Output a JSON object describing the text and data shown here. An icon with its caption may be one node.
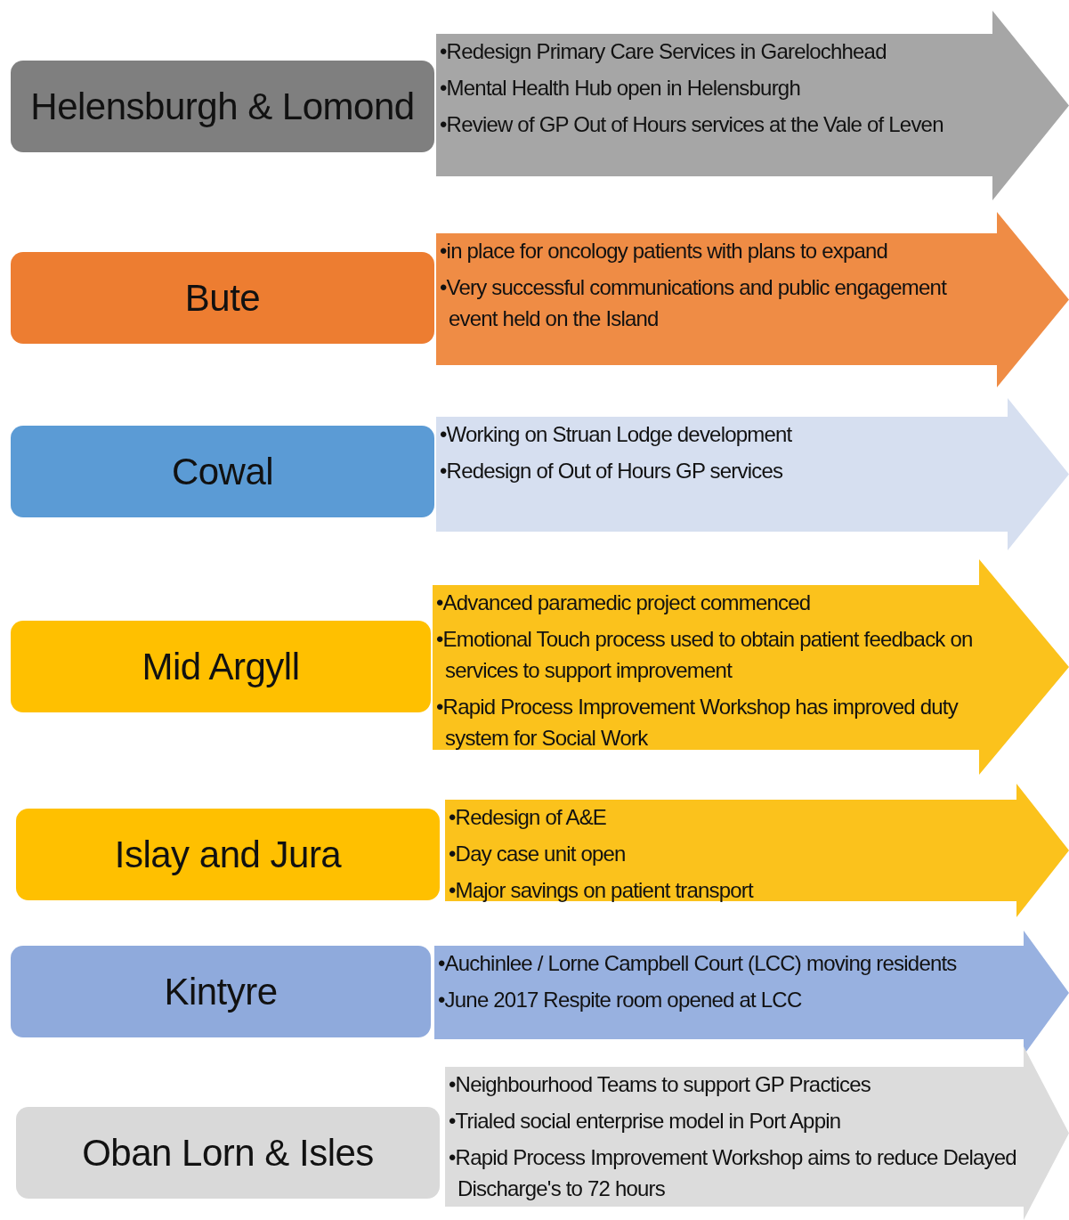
{
  "diagram": {
    "nodes": [
      {
        "text": [
          "Helensburgh & Lomond"
        ]
      },
      {
        "text": [
          "•Redesign Primary Care Services in Garelochhead",
          "•Mental Health Hub open in Helensburgh",
          "•Review of GP Out of Hours services at the Vale of Leven"
        ]
      },
      {
        "text": [
          "Bute"
        ]
      },
      {
        "text": [
          "•in place for oncology patients with plans to expand",
          "•Very successful communications and public engagement event held on the Island"
        ]
      },
      {
        "text": [
          "Cowal"
        ]
      },
      {
        "text": [
          "•Working on Struan Lodge development",
          "•Redesign of Out of Hours GP services"
        ]
      },
      {
        "text": [
          "Mid Argyll"
        ]
      },
      {
        "text": [
          "•Advanced paramedic project commenced",
          "•Emotional Touch process used to obtain patient feedback on services to support improvement",
          "•Rapid Process Improvement Workshop has improved duty system for Social Work"
        ]
      },
      {
        "text": [
          "Islay and Jura"
        ]
      },
      {
        "text": [
          "•Redesign of A&E",
          "•Day case unit open",
          "•Major savings on patient transport"
        ]
      },
      {
        "text": [
          "Kintyre"
        ]
      },
      {
        "text": [
          "•Auchinlee / Lorne Campbell Court (LCC) moving residents",
          "•June 2017 Respite room opened at LCC"
        ]
      },
      {
        "text": [
          "Oban Lorn & Isles"
        ]
      },
      {
        "text": [
          "•Neighbourhood Teams to support GP Practices",
          "•Trialed social enterprise model in Port Appin",
          "•Rapid Process Improvement Workshop aims to reduce Delayed Discharge's to 72 hours"
        ]
      }
    ]
  }
}
